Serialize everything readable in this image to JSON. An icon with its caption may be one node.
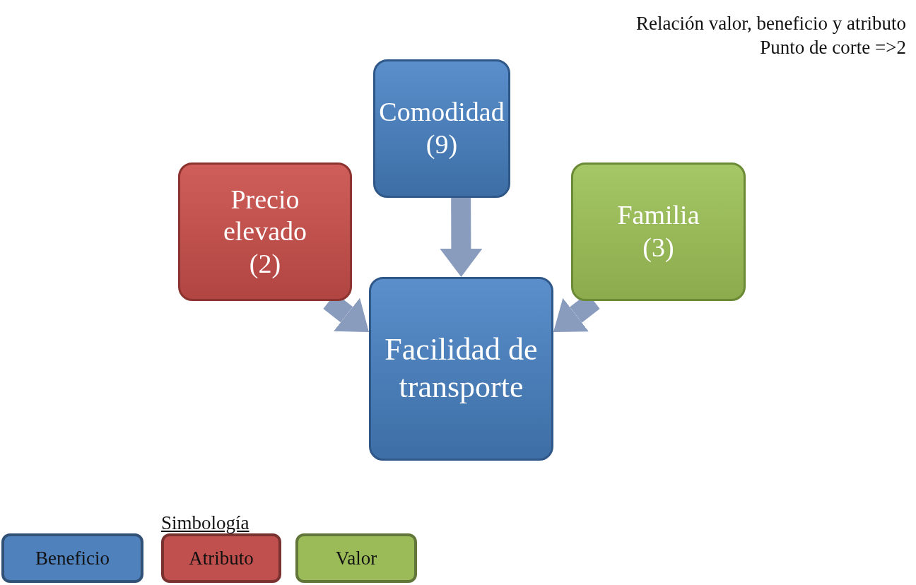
{
  "diagram": {
    "title": "Relación valor, beneficio y atributo",
    "nodes": [
      {
        "text": [
          "Comodidad (9)"
        ]
      },
      {
        "text": [
          "Precio elevado (2)"
        ]
      },
      {
        "text": [
          "Familia (3)"
        ]
      },
      {
        "text": [
          "Facilidad de transporte"
        ]
      }
    ],
    "edges": [
      {
        "from": 0,
        "to": 3,
        "arrow": "to"
      },
      {
        "from": 1,
        "to": 3,
        "arrow": "to"
      },
      {
        "from": 2,
        "to": 3,
        "arrow": "to"
      }
    ],
    "labels": [
      "Punto de corte =>2",
      "Simbología"
    ],
    "legend": [
      {
        "text": "Beneficio",
        "color": "#4f81bd"
      },
      {
        "text": "Atributo",
        "color": "#c0504d"
      },
      {
        "text": "Valor",
        "color": "#9bbb59"
      }
    ]
  }
}
